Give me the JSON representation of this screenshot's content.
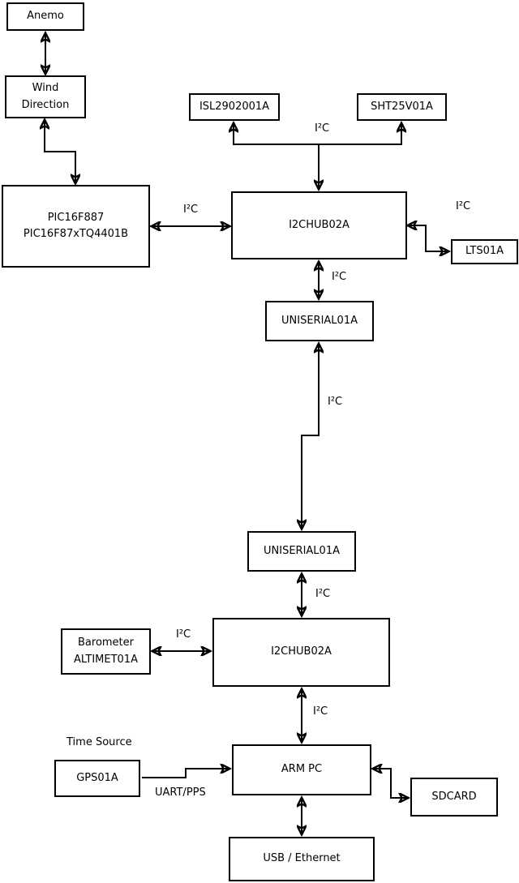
{
  "diagram": {
    "nodes": {
      "anemo": "Anemo",
      "wind_direction": "Wind\nDirection",
      "pic": "PIC16F887\nPIC16F87xTQ4401B",
      "isl2902001a": "ISL2902001A",
      "sht25v01a": "SHT25V01A",
      "i2chub_upper": "I2CHUB02A",
      "lts01a": "LTS01A",
      "uniserial_upper": "UNISERIAL01A",
      "uniserial_lower": "UNISERIAL01A",
      "i2chub_lower": "I2CHUB02A",
      "barometer": "Barometer\nALTIMET01A",
      "gps01a": "GPS01A",
      "arm_pc": "ARM PC",
      "sdcard": "SDCARD",
      "usb_ethernet": "USB / Ethernet"
    },
    "labels": {
      "i2c": "I²C",
      "uart_pps": "UART/PPS",
      "time_source": "Time Source"
    },
    "colors": {
      "background": "#ffffff",
      "line": "#000000",
      "box_fill": "#ffffff",
      "text": "#000000"
    }
  }
}
